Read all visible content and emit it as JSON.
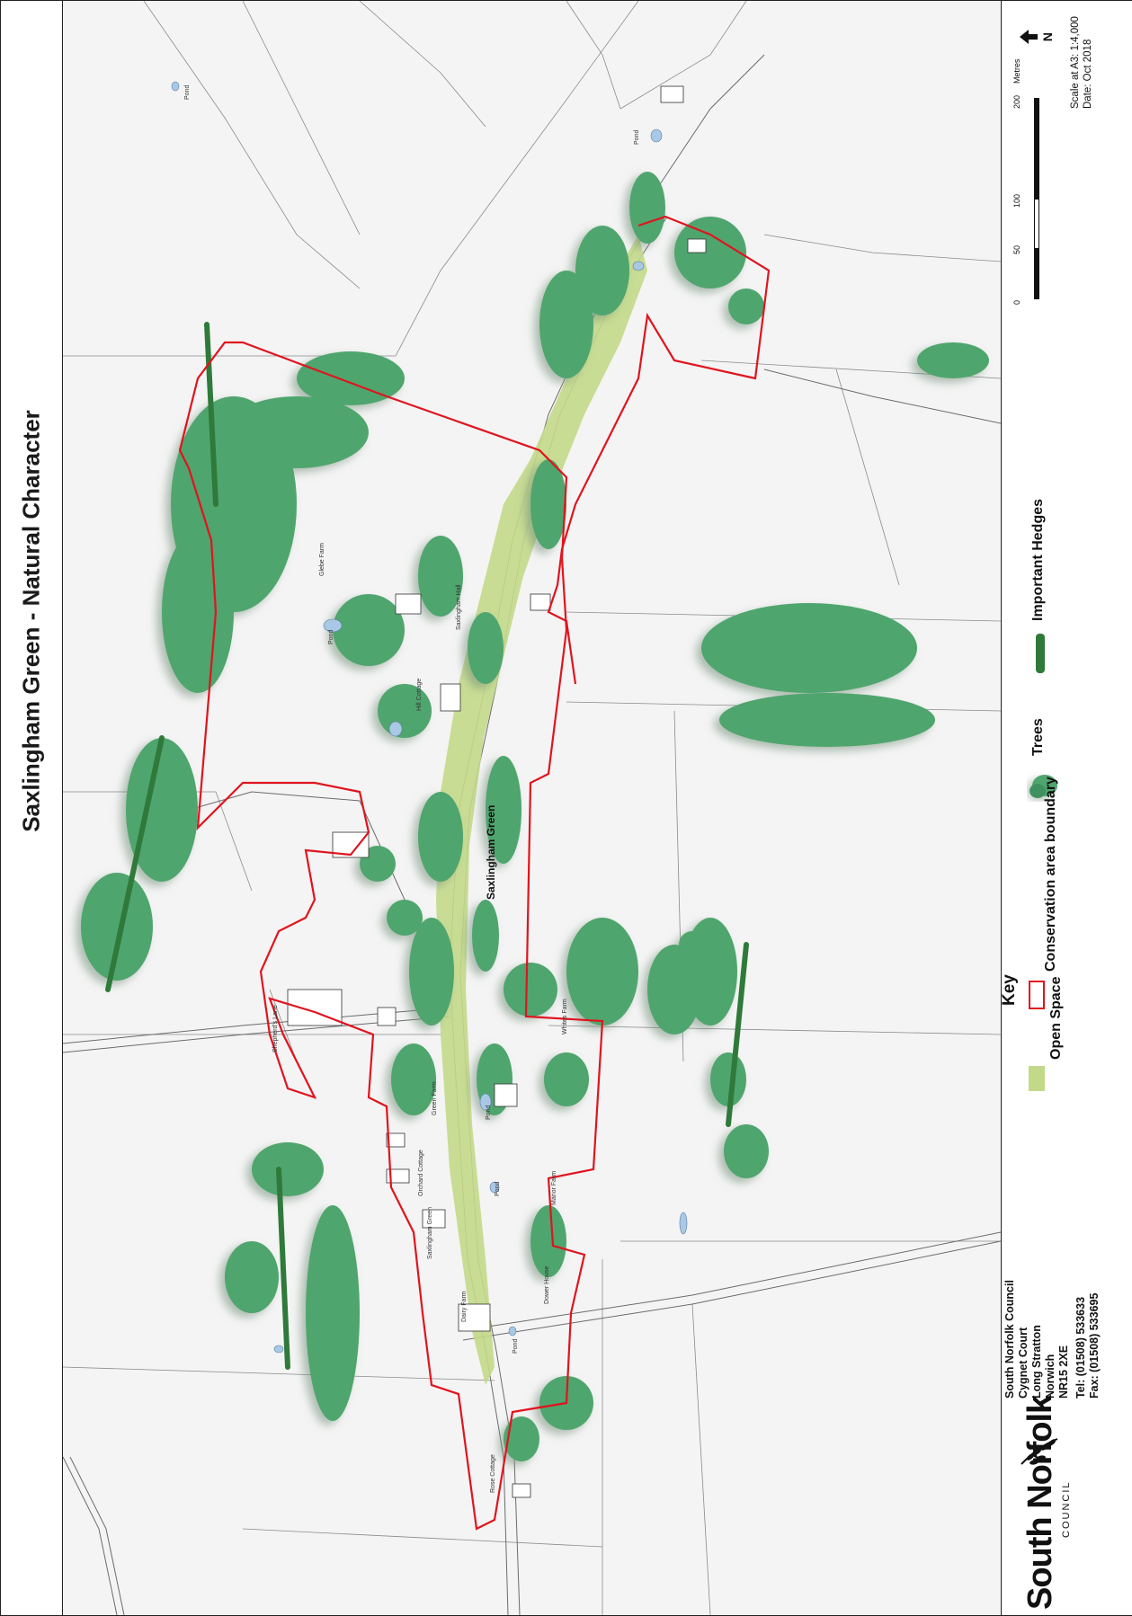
{
  "title": "Saxlingham Green - Natural Character",
  "map": {
    "place_labels": [
      "Saxlingham Green",
      "Saxlingham Green"
    ],
    "minor_labels": [
      "Pond",
      "Pond",
      "Pond",
      "Pond",
      "Pond",
      "Pond",
      "Shepherd's Lane",
      "Dairy Farm",
      "Manor Farm",
      "Saxlingham Hall",
      "Green Farm",
      "Orchard Cottage",
      "Whites Farm",
      "Dower House",
      "Hill Cottage",
      "Glebe Farm",
      "Rose Cottage"
    ]
  },
  "legend": {
    "key_title": "Key",
    "items": [
      {
        "label": "Conservation area boundary",
        "symbol": "boundary",
        "color": "#e0141e"
      },
      {
        "label": "Open Space",
        "symbol": "open-space",
        "color": "#c3d98a"
      },
      {
        "label": "Trees",
        "symbol": "trees",
        "color": "#4fa56e"
      },
      {
        "label": "Important Hedges",
        "symbol": "hedge",
        "color": "#2f7a3a"
      }
    ]
  },
  "scale": {
    "unit": "Metres",
    "ticks": [
      "0",
      "50",
      "100",
      "200"
    ],
    "scale_text": "Scale at A3: 1:4,000",
    "date_text": "Date: Oct 2018"
  },
  "north_arrow": {
    "letter": "N",
    "icon": "north-arrow-icon"
  },
  "council": {
    "address": [
      "South Norfolk Council",
      "Cygnet Court",
      "Long Stratton",
      "Norwich",
      "NR15 2XE"
    ],
    "tel": "Tel: (01508) 533633",
    "fax": "Fax: (01508) 533695",
    "logo_word": "South Norfolk",
    "logo_sub": "COUNCIL"
  },
  "colors": {
    "boundary": "#e0141e",
    "open_space": "#c3d98a",
    "trees": "#4fa56e",
    "tree_shade": "#2e7f4f",
    "road_line": "#6b6b6b",
    "field_line": "#8a8a8a"
  }
}
